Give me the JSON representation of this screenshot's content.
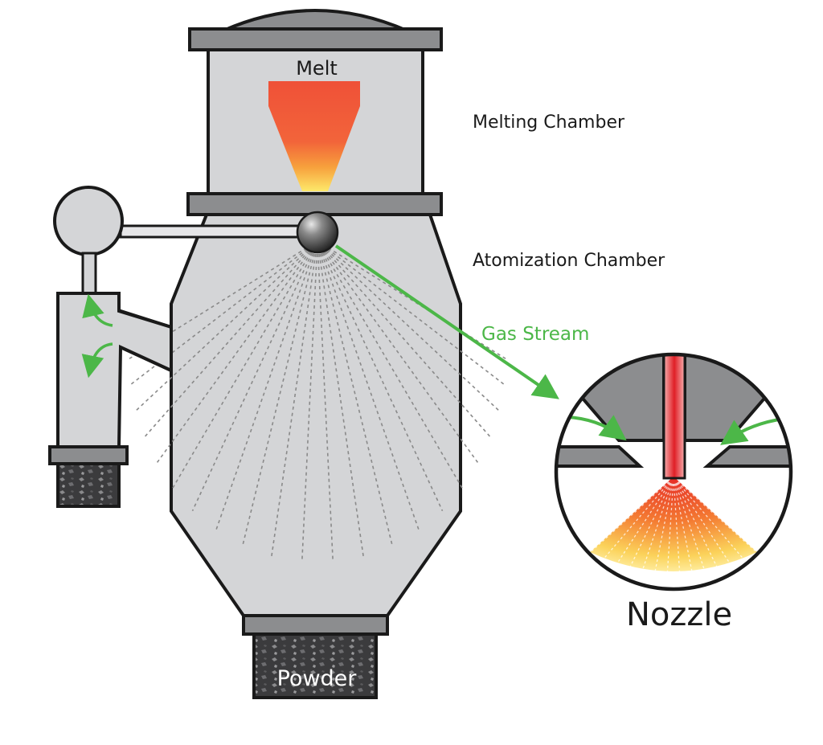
{
  "labels": {
    "melt": "Melt",
    "melting_chamber": "Melting Chamber",
    "atomization_chamber": "Atomization Chamber",
    "gas_stream": "Gas Stream",
    "nozzle": "Nozzle",
    "powder": "Powder"
  },
  "colors": {
    "chamber_fill": "#d4d5d7",
    "flange_fill": "#8c8d8f",
    "outline": "#1a1a1a",
    "gas_arrow": "#4cb748",
    "melt_top": "#ef5138",
    "melt_bottom": "#fde96a",
    "powder": "#3b3b3d",
    "spray_dots": "#8a8a8a"
  }
}
